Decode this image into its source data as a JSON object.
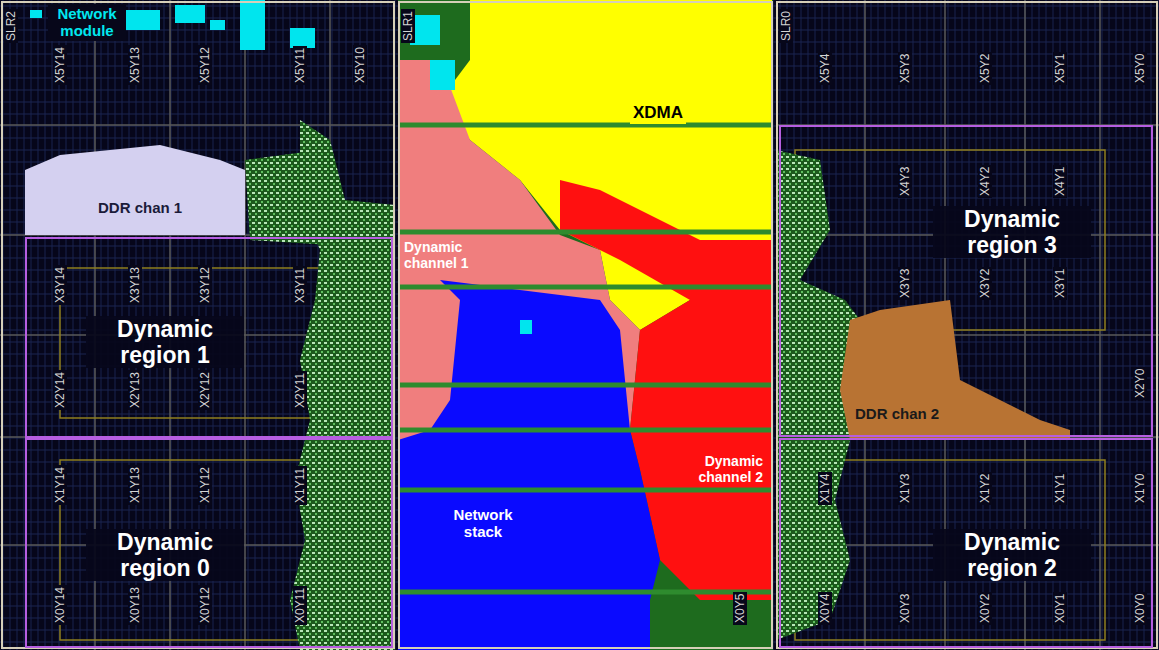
{
  "diagram": {
    "nodes": [
      {
        "text": [
          "SLR2"
        ]
      },
      {
        "text": [
          "Network module"
        ],
        "in": 0
      },
      {
        "text": [
          "DDR chan 1"
        ],
        "in": 0
      },
      {
        "text": [
          "Dynamic region 1"
        ],
        "in": 0
      },
      {
        "text": [
          "Dynamic region 0"
        ],
        "in": 0
      },
      {
        "text": [
          "SLR1"
        ]
      },
      {
        "text": [
          "XDMA"
        ],
        "in": 5
      },
      {
        "text": [
          "Dynamic channel 1"
        ],
        "in": 5
      },
      {
        "text": [
          "Dynamic channel 2"
        ],
        "in": 5
      },
      {
        "text": [
          "Network stack"
        ],
        "in": 5
      },
      {
        "text": [
          "SLR0"
        ]
      },
      {
        "text": [
          "Dynamic region 3"
        ],
        "in": 10
      },
      {
        "text": [
          "DDR chan 2"
        ],
        "in": 10
      },
      {
        "text": [
          "Dynamic region 2"
        ],
        "in": 10
      }
    ],
    "labels": [
      "X5Y14",
      "X5Y13",
      "X5Y12",
      "X5Y11",
      "X5Y10",
      "X3Y14",
      "X3Y13",
      "X3Y12",
      "X3Y11",
      "X2Y14",
      "X2Y13",
      "X2Y12",
      "X2Y11",
      "X1Y14",
      "X1Y13",
      "X1Y12",
      "X1Y11",
      "X0Y14",
      "X0Y13",
      "X0Y12",
      "X0Y11",
      "X5Y4",
      "X5Y3",
      "X5Y2",
      "X5Y1",
      "X5Y0",
      "X4Y3",
      "X4Y2",
      "X4Y1",
      "X3Y3",
      "X3Y2",
      "X3Y1",
      "X2Y0",
      "X1Y4",
      "X1Y3",
      "X1Y2",
      "X1Y1",
      "X1Y0",
      "X0Y4",
      "X0Y3",
      "X0Y2",
      "X0Y1",
      "X0Y0",
      "X0Y5"
    ]
  }
}
